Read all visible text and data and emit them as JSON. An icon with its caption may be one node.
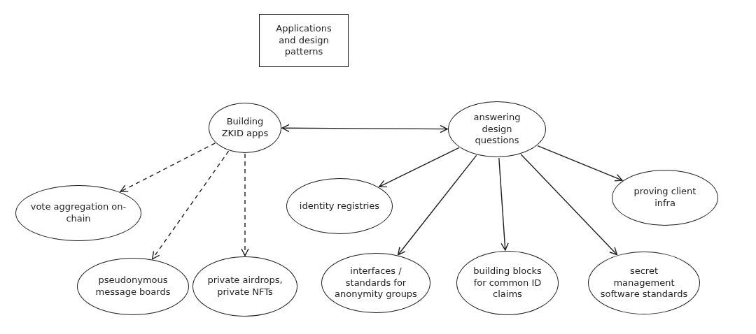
{
  "diagram": {
    "nodes": [
      {
        "text": [
          "Applications and design patterns"
        ]
      },
      {
        "text": [
          "Building ZKID apps"
        ]
      },
      {
        "text": [
          "answering design questions"
        ]
      },
      {
        "text": [
          "vote aggregation on-chain"
        ]
      },
      {
        "text": [
          "pseudonymous message boards"
        ]
      },
      {
        "text": [
          "private airdrops, private NFTs"
        ]
      },
      {
        "text": [
          "identity registries"
        ]
      },
      {
        "text": [
          "proving client infra"
        ]
      },
      {
        "text": [
          "interfaces / standards for anonymity groups"
        ]
      },
      {
        "text": [
          "building blocks for common ID claims"
        ]
      },
      {
        "text": [
          "secret management software standards"
        ]
      }
    ],
    "edges": [
      {
        "from": 1,
        "to": 2,
        "arrow": "both"
      },
      {
        "from": 1,
        "to": 3,
        "arrow": "to",
        "style": "dashed"
      },
      {
        "from": 1,
        "to": 4,
        "arrow": "to",
        "style": "dashed"
      },
      {
        "from": 1,
        "to": 5,
        "arrow": "to",
        "style": "dashed"
      },
      {
        "from": 2,
        "to": 6,
        "arrow": "to"
      },
      {
        "from": 2,
        "to": 8,
        "arrow": "to"
      },
      {
        "from": 2,
        "to": 9,
        "arrow": "to"
      },
      {
        "from": 2,
        "to": 10,
        "arrow": "to"
      },
      {
        "from": 2,
        "to": 7,
        "arrow": "to"
      }
    ]
  }
}
